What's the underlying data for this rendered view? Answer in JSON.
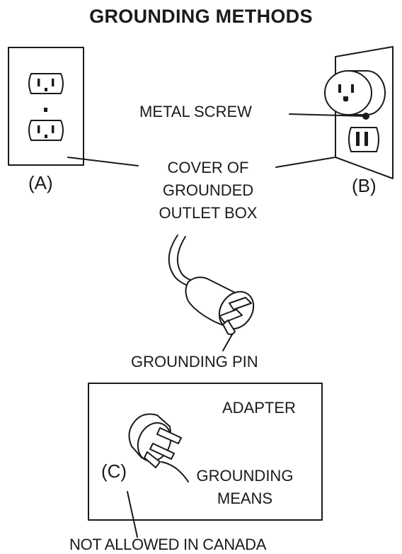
{
  "title": "GROUNDING METHODS",
  "labels": {
    "metal_screw": "METAL SCREW",
    "cover_line1": "COVER OF",
    "cover_line2": "GROUNDED",
    "cover_line3": "OUTLET BOX",
    "panel_a": "(A)",
    "panel_b": "(B)",
    "grounding_pin": "GROUNDING PIN",
    "adapter": "ADAPTER",
    "panel_c": "(C)",
    "grounding_means_line1": "GROUNDING",
    "grounding_means_line2": "MEANS",
    "not_allowed": "NOT ALLOWED IN CANADA"
  },
  "colors": {
    "ink": "#1a1a1a",
    "background": "#ffffff"
  }
}
